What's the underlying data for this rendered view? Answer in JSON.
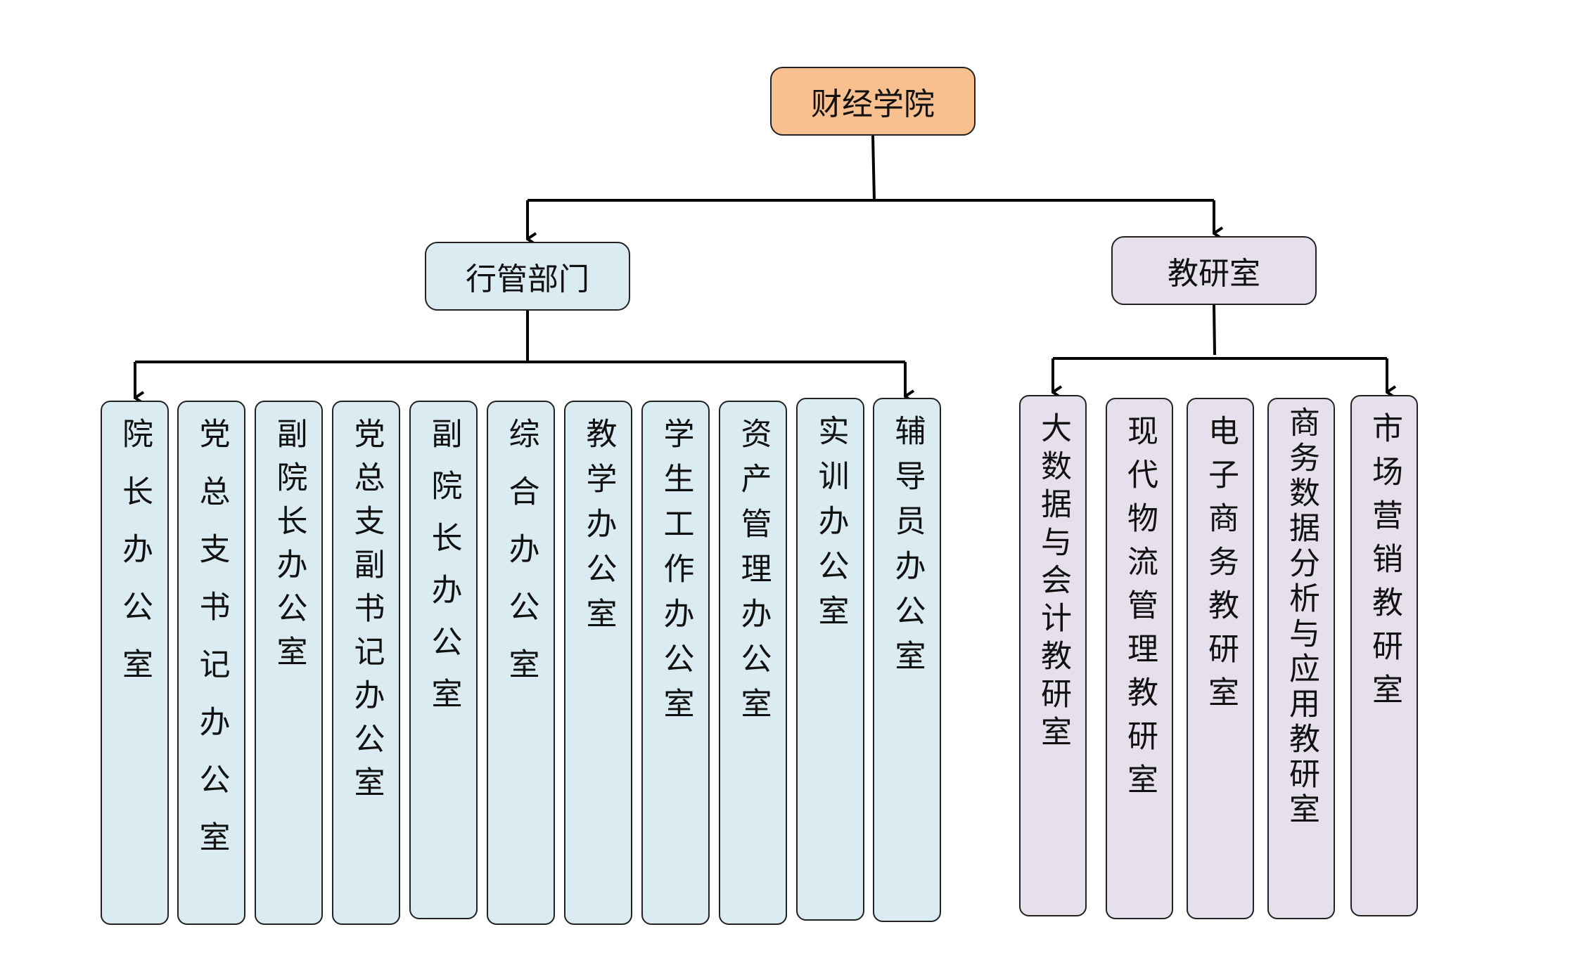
{
  "root": {
    "label": "财经学院"
  },
  "branches": [
    {
      "label": "行管部门",
      "children": [
        "院长办公室",
        "党总支书记办公室",
        "副院长办公室",
        "党总支副书记办公室",
        "副院长办公室",
        "综合办公室",
        "教学办公室",
        "学生工作办公室",
        "资产管理办公室",
        "实训办公室",
        "辅导员办公室"
      ]
    },
    {
      "label": "教研室",
      "children": [
        "大数据与会计教研室",
        "现代物流管理教研室",
        "电子商务教研室",
        "商务数据分析与应用教研室",
        "市场营销教研室"
      ]
    }
  ],
  "colors": {
    "root_fill": "#F8C08E",
    "admin_fill": "#DAEBF1",
    "teach_fill": "#E5E0EC",
    "line": "#000000"
  }
}
